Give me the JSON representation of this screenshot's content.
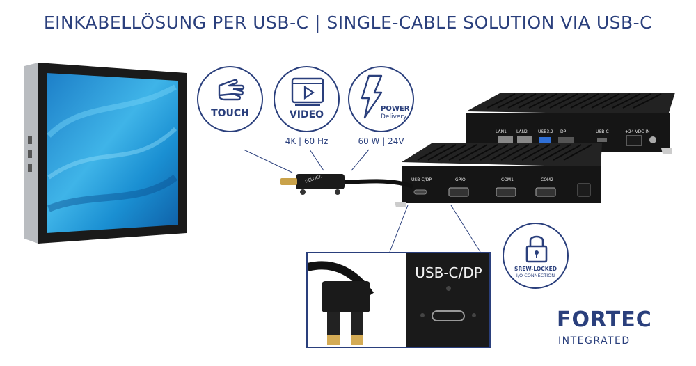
{
  "title": "EINKABELLÖSUNG PER USB-C  |  SINGLE-CABLE SOLUTION VIA USB-C",
  "features": {
    "touch": {
      "label": "TOUCH",
      "icon": "touch-hand-icon"
    },
    "video": {
      "label": "VIDEO",
      "spec": "4K | 60 Hz",
      "icon": "video-play-icon"
    },
    "power": {
      "label_top": "POWER",
      "label_bottom": "Delivery",
      "spec": "60 W | 24V",
      "icon": "lightning-bolt-icon"
    },
    "lock": {
      "label_top": "SREW-LOCKED",
      "label_bottom": "I/O CONNECTION",
      "icon": "padlock-icon"
    }
  },
  "rear_box_ports": [
    "LAN1",
    "LAN2",
    "USB3.2",
    "DP",
    "USB-C",
    "+24 VDC IN"
  ],
  "front_box_ports": [
    "USB-C/DP",
    "GPIO",
    "COM1",
    "COM2"
  ],
  "cable_brand": "DELOCK",
  "zoom_label": "USB-C/DP",
  "brand": {
    "name": "FORTEC",
    "sub": "INTEGRATED"
  },
  "colors": {
    "brand_blue": "#2a3f7c",
    "screen_blue": "#1e9ad6",
    "device_black": "#151515"
  }
}
